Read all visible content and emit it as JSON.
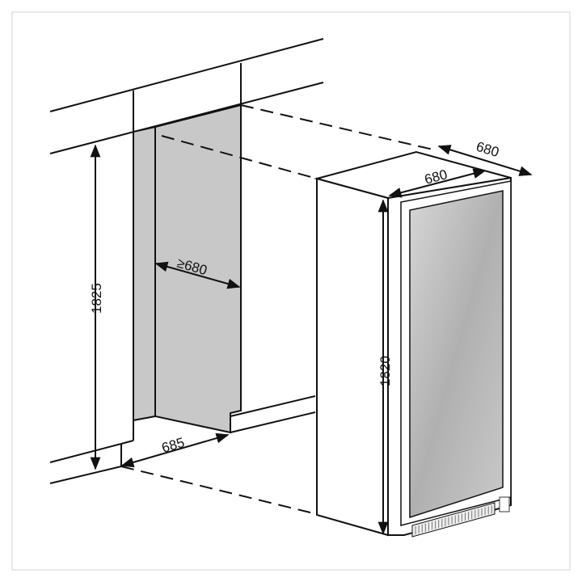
{
  "labels": {
    "niche_height": "1825",
    "niche_depth": "≥680",
    "floor_depth": "685",
    "unit_height": "1820",
    "unit_width": "680",
    "unit_depth": "680"
  },
  "colors": {
    "line": "#111111",
    "niche_fill": "#c8c8c8",
    "glass": "#b8b8b8",
    "frame": "#d8d8d8"
  }
}
